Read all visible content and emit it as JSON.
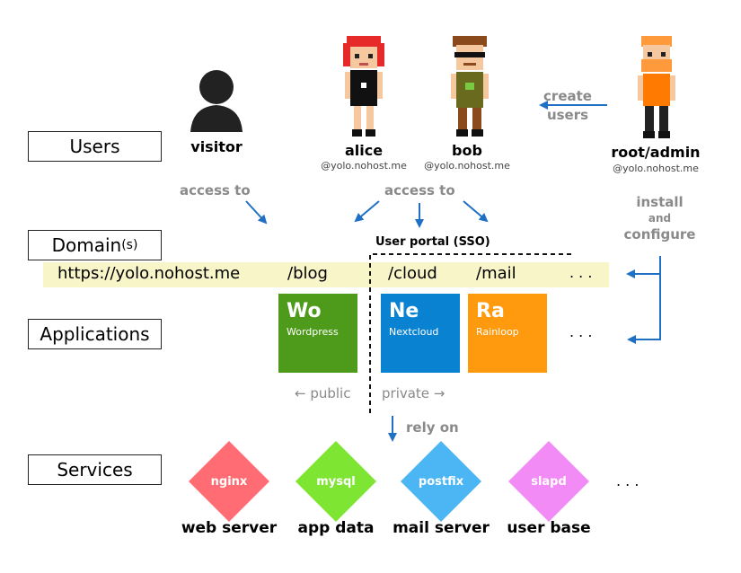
{
  "labels": {
    "users": "Users",
    "domains_main": "Domain",
    "domains_suffix": "(s)",
    "applications": "Applications",
    "services": "Services"
  },
  "people": {
    "visitor": {
      "name": "visitor"
    },
    "alice": {
      "name": "alice",
      "handle": "@yolo.nohost.me"
    },
    "bob": {
      "name": "bob",
      "handle": "@yolo.nohost.me"
    },
    "admin": {
      "name": "root/admin",
      "handle": "@yolo.nohost.me"
    }
  },
  "annotations": {
    "create_line1": "create",
    "create_line2": "users",
    "access_left": "access to",
    "access_mid": "access to",
    "install": "install",
    "and": "and",
    "configure": "configure",
    "user_portal": "User portal (SSO)",
    "public": "← public",
    "private": "private →",
    "rely_on": "rely on"
  },
  "domain": {
    "url": "https://yolo.nohost.me",
    "paths": [
      "/blog",
      "/cloud",
      "/mail"
    ],
    "more": ". . ."
  },
  "apps": [
    {
      "abbr": "Wo",
      "name": "Wordpress",
      "color": "#4e9a1b"
    },
    {
      "abbr": "Ne",
      "name": "Nextcloud",
      "color": "#0a82d2"
    },
    {
      "abbr": "Ra",
      "name": "Rainloop",
      "color": "#ff9a0f"
    }
  ],
  "apps_more": ". . .",
  "services": [
    {
      "name": "nginx",
      "role": "web server",
      "color": "#ff6c74"
    },
    {
      "name": "mysql",
      "role": "app data",
      "color": "#7ee533"
    },
    {
      "name": "postfix",
      "role": "mail server",
      "color": "#4cb6f5"
    },
    {
      "name": "slapd",
      "role": "user base",
      "color": "#f28bf5"
    }
  ],
  "services_more": ". . .",
  "colors": {
    "arrow": "#1f6fc5",
    "highlight": "#f8f6c9"
  }
}
